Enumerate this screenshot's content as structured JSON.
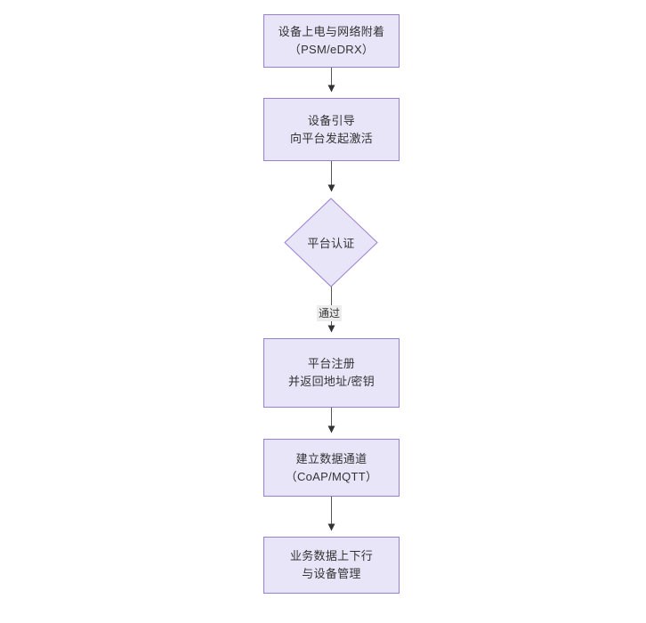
{
  "diagram": {
    "type": "flowchart",
    "orientation": "top-to-bottom",
    "background_color": "#ffffff",
    "node_fill_color": "#e8e5f8",
    "node_border_color": "#9a7fd0",
    "node_text_color": "#333333",
    "connector_color": "#555555",
    "edge_label_background": "#ededed",
    "nodes": [
      {
        "id": "power-on",
        "shape": "rectangle",
        "line1": "设备上电与网络附着",
        "line2": "（PSM/eDRX）"
      },
      {
        "id": "bootstrap",
        "shape": "rectangle",
        "line1": "设备引导",
        "line2": "向平台发起激活"
      },
      {
        "id": "platform-auth",
        "shape": "diamond",
        "line1": "平台认证",
        "line2": ""
      },
      {
        "id": "platform-register",
        "shape": "rectangle",
        "line1": "平台注册",
        "line2": "并返回地址/密钥"
      },
      {
        "id": "data-channel",
        "shape": "rectangle",
        "line1": "建立数据通道",
        "line2": "（CoAP/MQTT）"
      },
      {
        "id": "service-data",
        "shape": "rectangle",
        "line1": "业务数据上下行",
        "line2": "与设备管理"
      }
    ],
    "edges": [
      {
        "from": "power-on",
        "to": "bootstrap",
        "label": ""
      },
      {
        "from": "bootstrap",
        "to": "platform-auth",
        "label": ""
      },
      {
        "from": "platform-auth",
        "to": "platform-register",
        "label": "通过"
      },
      {
        "from": "platform-register",
        "to": "data-channel",
        "label": ""
      },
      {
        "from": "data-channel",
        "to": "service-data",
        "label": ""
      }
    ]
  }
}
